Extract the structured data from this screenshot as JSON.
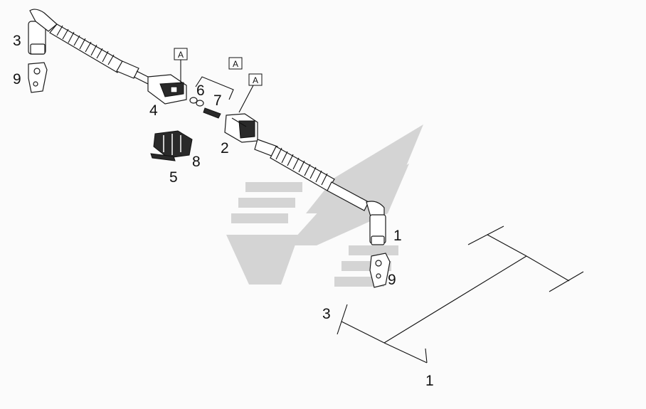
{
  "callouts": {
    "c3_top": "3",
    "c9_top": "9",
    "c4": "4",
    "c6": "6",
    "c7": "7",
    "c2": "2",
    "c8": "8",
    "c5": "5",
    "c1_sensor": "1",
    "c9_bottom": "9",
    "c3_schematic": "3",
    "c1_schematic": "1"
  },
  "boxes": {
    "a1": "A",
    "a2": "A",
    "a3": "A"
  },
  "colors": {
    "watermark": "#d2d2d2",
    "ink": "#1a1a1a"
  }
}
